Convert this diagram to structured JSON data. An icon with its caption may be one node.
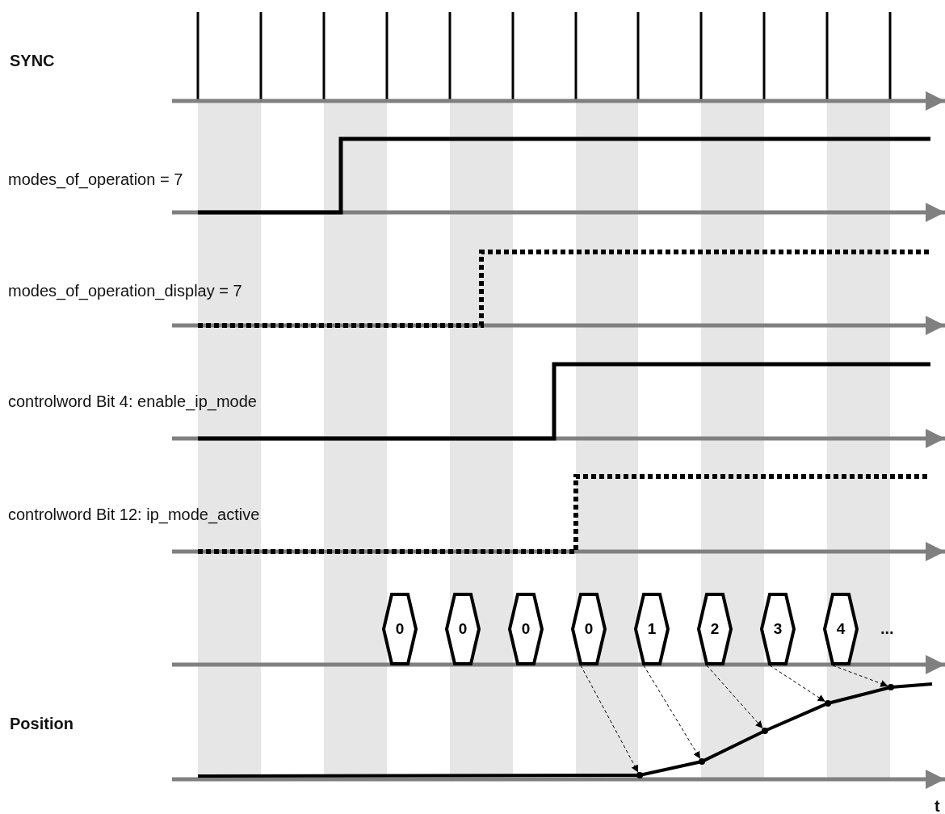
{
  "diagram": {
    "nodes": [
      {
        "text": [
          "0"
        ]
      },
      {
        "text": [
          "0"
        ]
      },
      {
        "text": [
          "0"
        ]
      },
      {
        "text": [
          "0"
        ]
      },
      {
        "text": [
          "1"
        ]
      },
      {
        "text": [
          "2"
        ]
      },
      {
        "text": [
          "3"
        ]
      },
      {
        "text": [
          "4"
        ]
      },
      {
        "text": [],
        "shape": "circle"
      },
      {
        "text": [],
        "shape": "circle"
      },
      {
        "text": [],
        "shape": "circle"
      },
      {
        "text": [],
        "shape": "circle"
      },
      {
        "text": [],
        "shape": "circle"
      }
    ],
    "edges": [
      {
        "from": 3,
        "to": 8,
        "arrow": "to",
        "style": "dashed"
      },
      {
        "from": 4,
        "to": 9,
        "arrow": "to",
        "style": "dashed"
      },
      {
        "from": 5,
        "to": 10,
        "arrow": "to",
        "style": "dashed"
      },
      {
        "from": 6,
        "to": 11,
        "arrow": "to",
        "style": "dashed"
      },
      {
        "from": 7,
        "to": 12,
        "arrow": "to",
        "style": "dashed"
      }
    ],
    "labels": [
      "SYNC",
      "modes_of_operation = 7",
      "modes_of_operation_display = 7",
      "controlword Bit 4: enable_ip_mode",
      "controlword Bit 12: ip_mode_active",
      "...",
      "Position",
      "t"
    ]
  }
}
